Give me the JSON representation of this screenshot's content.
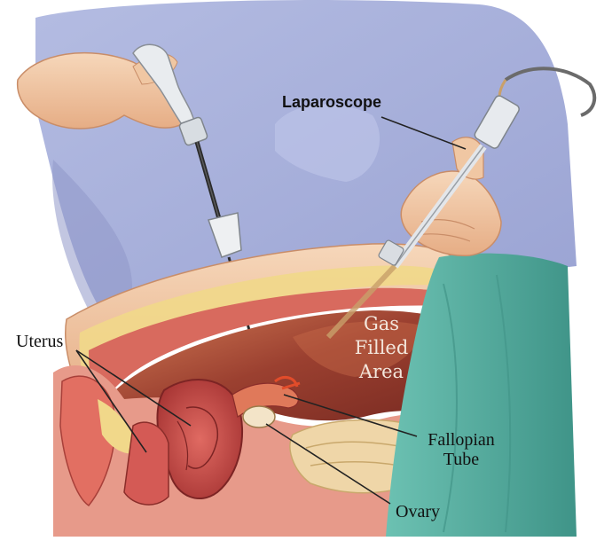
{
  "labels": {
    "laparoscope": "Laparoscope",
    "uterus": "Uterus",
    "gas_filled": [
      "Gas",
      "Filled",
      "Area"
    ],
    "fallopian": [
      "Fallopian",
      "Tube"
    ],
    "ovary": "Ovary"
  },
  "colors": {
    "gown": "#a7afd8",
    "gown_shadow": "#8f98c8",
    "skin": "#f3cfae",
    "skin_shadow": "#d9a27c",
    "cavity": "#8e3a2c",
    "cavity_light": "#c86a4a",
    "tissue": "#d86a5e",
    "uterus": "#c44a48",
    "fat": "#f1d88a",
    "drape": "#5fb3a5",
    "drape_dark": "#3d8f84",
    "instrument": "#2a2a2a",
    "leader": "#222222"
  },
  "icons": {
    "laparoscope": "laparoscope-icon",
    "manipulator": "probe-icon"
  }
}
